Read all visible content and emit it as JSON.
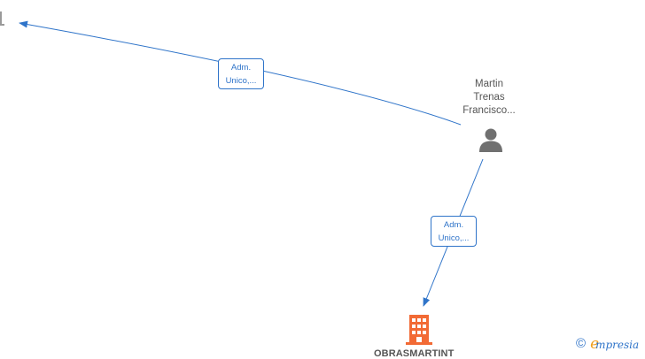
{
  "person": {
    "name_lines": [
      "Martin",
      "Trenas",
      "Francisco..."
    ],
    "icon": "person-icon",
    "icon_color": "#707070"
  },
  "company": {
    "name": "OBRASMARTINT",
    "icon": "building-icon",
    "icon_color": "#f26a35"
  },
  "edges": [
    {
      "from": "person",
      "to": "offscreen-top-left",
      "label_lines": [
        "Adm.",
        "Unico,..."
      ]
    },
    {
      "from": "person",
      "to": "company",
      "label_lines": [
        "Adm.",
        "Unico,..."
      ]
    }
  ],
  "colors": {
    "edge": "#2f74c9",
    "label_text": "#2f74c9",
    "node_text": "#555555"
  },
  "watermark": {
    "symbol": "©",
    "brand_initial": "e",
    "brand_rest": "mpresia"
  }
}
